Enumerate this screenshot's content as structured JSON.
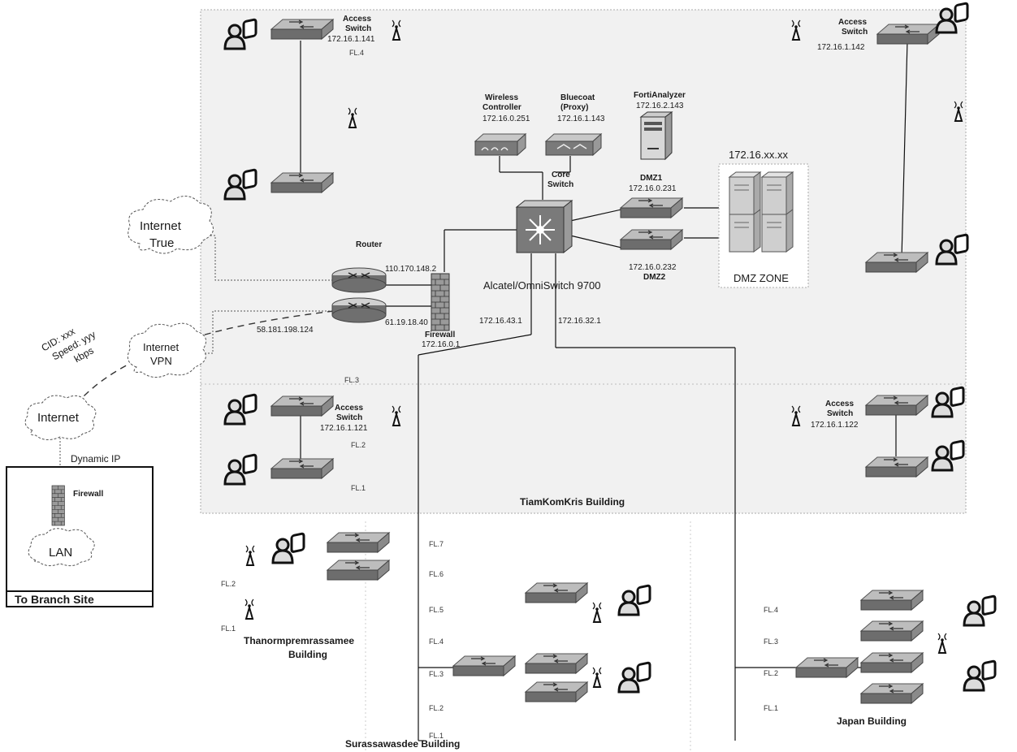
{
  "tiamkomkris": {
    "building_name": "TiamKomKris Building",
    "sw_141": {
      "l1": "Access",
      "l2": "Switch",
      "ip": "172.16.1.141",
      "floor": "FL.4"
    },
    "sw_142": {
      "l1": "Access",
      "l2": "Switch",
      "ip": "172.16.1.142"
    },
    "sw_121": {
      "l1": "Access",
      "l2": "Switch",
      "ip": "172.16.1.121",
      "floor": "FL.2"
    },
    "sw_122": {
      "l1": "Access",
      "l2": "Switch",
      "ip": "172.16.1.122"
    },
    "fl3": "FL.3",
    "fl1": "FL.1",
    "wireless": {
      "l1": "Wireless",
      "l2": "Controller",
      "ip": "172.16.0.251"
    },
    "bluecoat": {
      "l1": "Bluecoat",
      "l2": "(Proxy)",
      "ip": "172.16.1.143"
    },
    "fortianalyzer": {
      "name": "FortiAnalyzer",
      "ip": "172.16.2.143"
    },
    "core": {
      "l1": "Core",
      "l2": "Switch",
      "model": "Alcatel/OmniSwitch 9700",
      "ip_left": "172.16.43.1",
      "ip_right": "172.16.32.1"
    },
    "dmz1": {
      "name": "DMZ1",
      "ip": "172.16.0.231"
    },
    "dmz2": {
      "ip": "172.16.0.232",
      "name": "DMZ2"
    },
    "dmz_zone": {
      "subnet": "172.16.xx.xx",
      "name": "DMZ ZONE"
    },
    "router": {
      "name": "Router",
      "ip_true": "110.170.148.2",
      "ip_vpn": "61.19.18.40",
      "ip_vpn_out": "58.181.198.124"
    },
    "firewall": {
      "name": "Firewall",
      "ip": "172.16.0.1"
    }
  },
  "internet_true": {
    "l1": "Internet",
    "l2": "True"
  },
  "internet_vpn": {
    "l1": "Internet",
    "l2": "VPN"
  },
  "vpn_link": {
    "l1": "CID: xxx",
    "l2": "Speed: yyy",
    "l3": "kbps"
  },
  "branch": {
    "internet": "Internet",
    "dynamic_ip": "Dynamic IP",
    "firewall": "Firewall",
    "lan": "LAN",
    "title": "To Branch Site"
  },
  "thanorm": {
    "l1": "Thanormpremrassamee",
    "l2": "Building",
    "fl2": "FL.2",
    "fl1": "FL.1"
  },
  "surassa": {
    "name": "Surassawasdee Building",
    "floors": [
      "FL.7",
      "FL.6",
      "FL.5",
      "FL.4",
      "FL.3",
      "FL.2",
      "FL.1"
    ]
  },
  "japan": {
    "name": "Japan Building",
    "floors": [
      "FL.4",
      "FL.3",
      "FL.2",
      "FL.1"
    ]
  }
}
